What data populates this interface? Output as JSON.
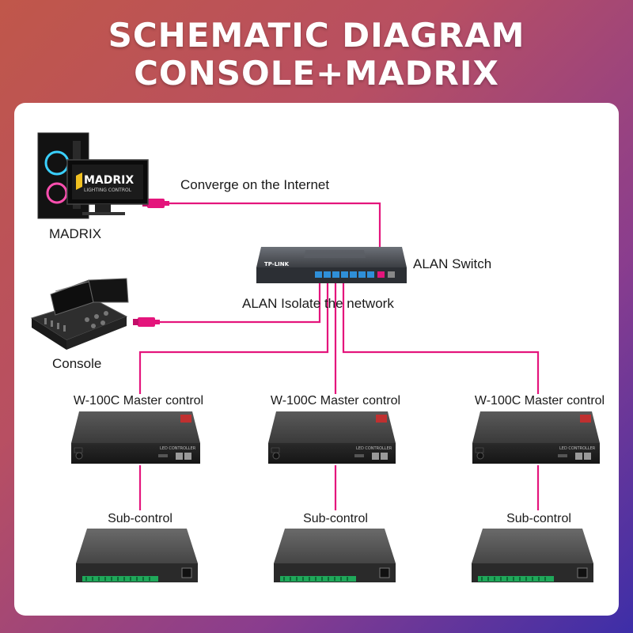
{
  "title": {
    "line1": "SCHEMATIC DIAGRAM",
    "line2": "CONSOLE+MADRIX"
  },
  "labels": {
    "internet": "Converge on the Internet",
    "madrix": "MADRIX",
    "switch": "ALAN Switch",
    "isolate": "ALAN Isolate the network",
    "console": "Console"
  },
  "screen_logo": {
    "name": "MADRIX",
    "tagline": "LIGHTING CONTROL"
  },
  "switch_brand": "TP-LINK",
  "controllers": [
    {
      "master_label": "W-100C Master control",
      "sub_label": "Sub-control"
    },
    {
      "master_label": "W-100C Master control",
      "sub_label": "Sub-control"
    },
    {
      "master_label": "W-100C Master control",
      "sub_label": "Sub-control"
    }
  ],
  "device_text": {
    "master_plate": "LED CONTROLLER"
  },
  "colors": {
    "wire": "#e4157c",
    "title_text": "#ffffff",
    "panel": "#ffffff"
  }
}
